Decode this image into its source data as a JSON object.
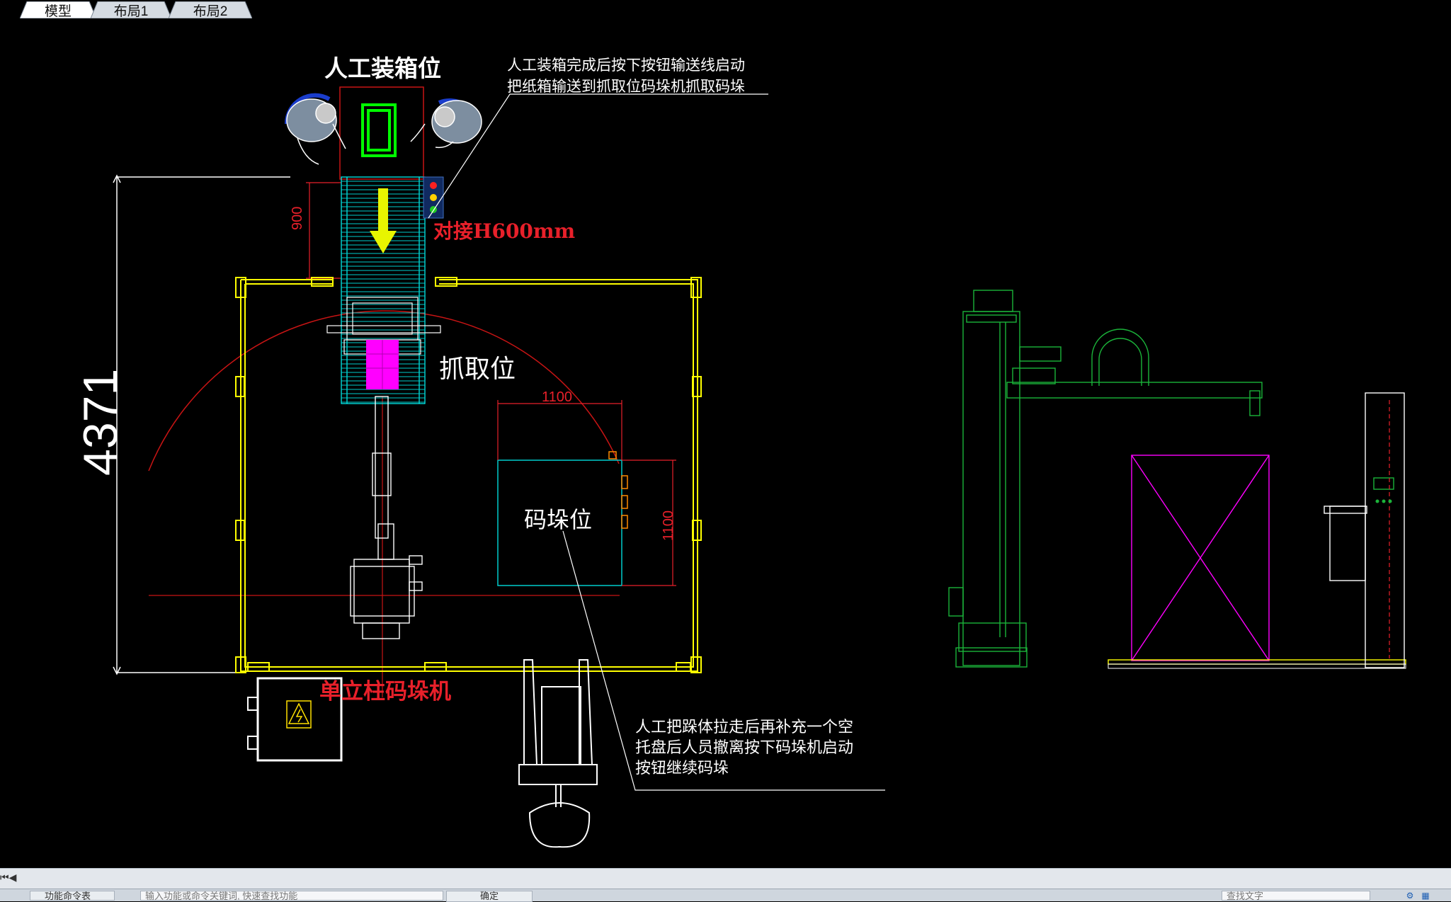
{
  "drawing": {
    "title_manual_packing": "人工装箱位",
    "note_top_line1": "人工装箱完成后按下按钮输送线启动",
    "note_top_line2": "把纸箱输送到抓取位码垛机抓取码垛",
    "dock_height": "对接H600mm",
    "dim_900": "900",
    "dim_4371": "4371",
    "label_pick": "抓取位",
    "dim_1100_h": "1100",
    "dim_1100_v": "1100",
    "label_stack": "码垛位",
    "label_machine": "单立柱码垛机",
    "note_bottom_line1": "人工把跺体拉走后再补充一个空",
    "note_bottom_line2": "托盘后人员撤离按下码垛机启动",
    "note_bottom_line3": "按钮继续码垛"
  },
  "colors": {
    "background": "#000000",
    "yellow": "#ffff00",
    "cyan": "#00ffff",
    "red": "#ff0000",
    "green": "#00ff00",
    "magenta": "#ff00ff",
    "white": "#ffffff",
    "dim_red": "#e8202a",
    "arm_green": "#1bb33a"
  },
  "tabs": [
    {
      "label": "模型",
      "active": true
    },
    {
      "label": "布局1",
      "active": false
    },
    {
      "label": "布局2",
      "active": false
    }
  ],
  "command_bar": {
    "label": "功能命令表",
    "input_placeholder": "输入功能或命令关键词, 快速查找功能",
    "confirm": "确定",
    "search_placeholder": "查找文字"
  },
  "icons": {
    "nav_prev": "triangle-left-icon",
    "nav_first": "bar-left-icon",
    "warning": "electric-warning-icon",
    "traffic_light": "signal-light-icon"
  }
}
